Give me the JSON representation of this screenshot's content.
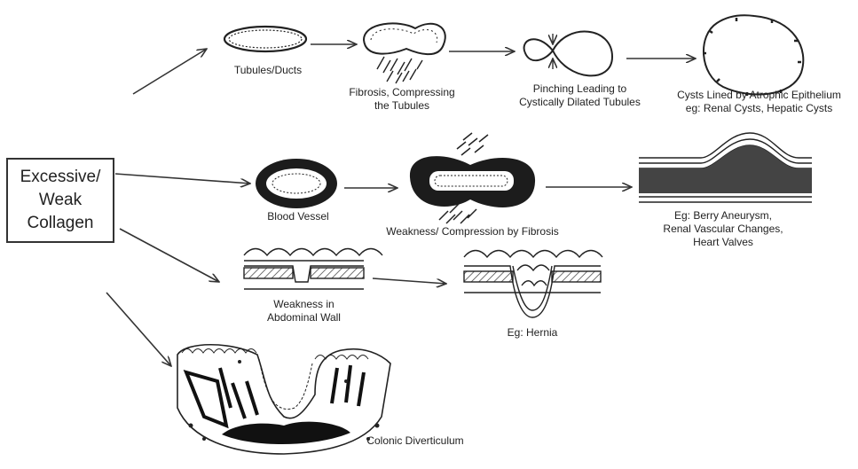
{
  "source_box": {
    "label": "Excessive/\nWeak\nCollagen"
  },
  "row_cysts": {
    "step1": "Tubules/Ducts",
    "step2": "Fibrosis, Compressing\nthe Tubules",
    "step3": "Pinching Leading to\nCystically Dilated Tubules",
    "step4": "Cysts Lined by Atrophic Epithelium\neg: Renal Cysts, Hepatic Cysts"
  },
  "row_vessel": {
    "step1": "Blood Vessel",
    "step2": "Weakness/ Compression by Fibrosis",
    "step3": "Eg: Berry Aneurysm,\nRenal Vascular Changes,\nHeart Valves"
  },
  "row_hernia": {
    "step1": "Weakness in\nAbdominal Wall",
    "step2": "Eg: Hernia"
  },
  "row_colon": {
    "step1": "Colonic Diverticulum"
  }
}
